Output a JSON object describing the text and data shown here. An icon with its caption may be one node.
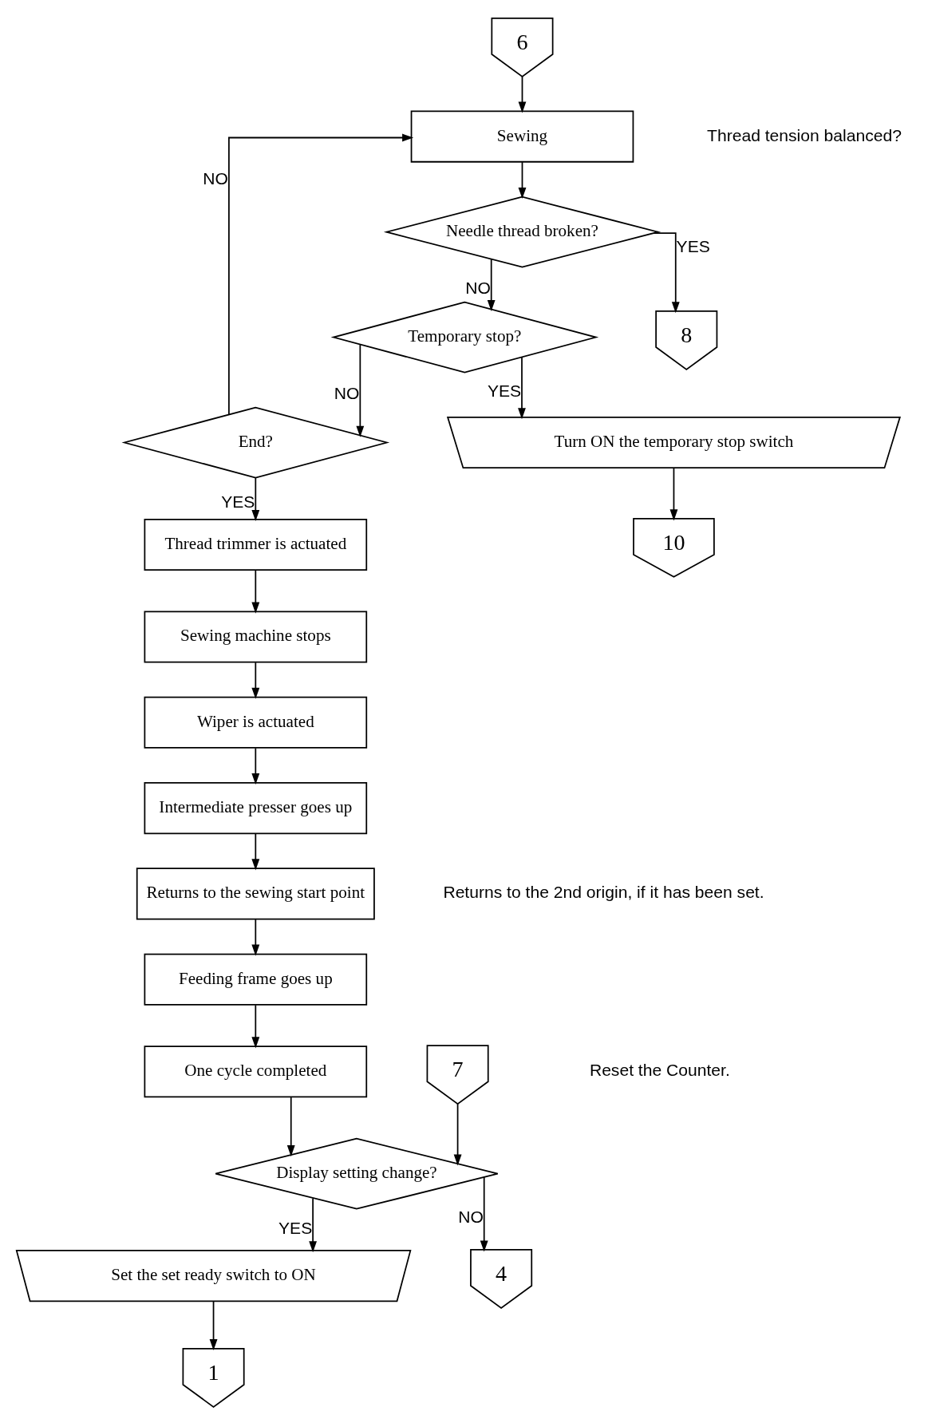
{
  "diagram": {
    "nodes": [
      {
        "text": [
          "6"
        ]
      },
      {
        "text": [
          "Sewing"
        ]
      },
      {
        "text": [
          "Needle thread broken?"
        ]
      },
      {
        "text": [
          "Temporary stop?"
        ]
      },
      {
        "text": [
          "End?"
        ]
      },
      {
        "text": [
          "Thread trimmer is actuated"
        ]
      },
      {
        "text": [
          "Sewing machine stops"
        ]
      },
      {
        "text": [
          "Wiper is actuated"
        ]
      },
      {
        "text": [
          "Intermediate presser goes up"
        ]
      },
      {
        "text": [
          "Returns to the sewing start point"
        ]
      },
      {
        "text": [
          "Feeding frame goes up"
        ]
      },
      {
        "text": [
          "One cycle completed"
        ]
      },
      {
        "text": [
          "7"
        ]
      },
      {
        "text": [
          "Display setting change?"
        ]
      },
      {
        "text": [
          "Set the set ready switch to ON"
        ]
      },
      {
        "text": [
          "1"
        ]
      },
      {
        "text": [
          "8"
        ]
      },
      {
        "text": [
          "Turn ON the temporary stop switch"
        ]
      },
      {
        "text": [
          "10"
        ]
      },
      {
        "text": [
          "4"
        ]
      }
    ],
    "edges": [
      {
        "from": 0,
        "to": 1,
        "arrow": "to"
      },
      {
        "from": 1,
        "to": 2,
        "arrow": "to"
      },
      {
        "from": 2,
        "to": 16,
        "arrow": "to",
        "label": "YES"
      },
      {
        "from": 2,
        "to": 3,
        "arrow": "to",
        "label": "NO"
      },
      {
        "from": 3,
        "to": 17,
        "arrow": "to",
        "label": "YES"
      },
      {
        "from": 3,
        "to": 4,
        "arrow": "to",
        "label": "NO"
      },
      {
        "from": 4,
        "to": 1,
        "arrow": "to",
        "label": "NO"
      },
      {
        "from": 4,
        "to": 5,
        "arrow": "to",
        "label": "YES"
      },
      {
        "from": 5,
        "to": 6,
        "arrow": "to"
      },
      {
        "from": 6,
        "to": 7,
        "arrow": "to"
      },
      {
        "from": 7,
        "to": 8,
        "arrow": "to"
      },
      {
        "from": 8,
        "to": 9,
        "arrow": "to"
      },
      {
        "from": 9,
        "to": 10,
        "arrow": "to"
      },
      {
        "from": 10,
        "to": 11,
        "arrow": "to"
      },
      {
        "from": 11,
        "to": 13,
        "arrow": "to"
      },
      {
        "from": 12,
        "to": 13,
        "arrow": "to"
      },
      {
        "from": 13,
        "to": 19,
        "arrow": "to",
        "label": "NO"
      },
      {
        "from": 13,
        "to": 14,
        "arrow": "to",
        "label": "YES"
      },
      {
        "from": 14,
        "to": 15,
        "arrow": "to"
      },
      {
        "from": 17,
        "to": 18,
        "arrow": "to"
      }
    ],
    "labels": [
      "Thread tension balanced?",
      "Returns to the 2nd origin, if it has been set.",
      "Reset the Counter."
    ]
  }
}
